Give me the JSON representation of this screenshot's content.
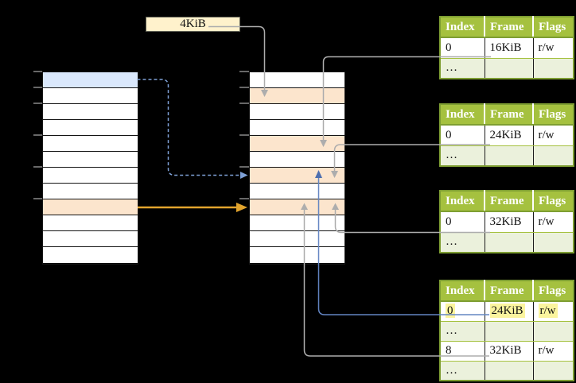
{
  "size_label": "4KiB",
  "colors": {
    "green_header": "#A5C13F",
    "green_border": "#7E9E32",
    "row_green": "#EBF1DC",
    "cell_orange": "#FCE5CD",
    "cell_blue": "#DAE8FC",
    "box_tan": "#FFF2CC",
    "highlight_yellow": "#FBF49E",
    "arrow_gray": "#ADADAD",
    "arrow_orange": "#E2A42D",
    "line_blue": "#6385C2",
    "dash_blue": "#7EA0D6"
  },
  "memory_columns": [
    {
      "id": "left",
      "rows": 12,
      "special_rows": {
        "0": "blue",
        "8": "orange"
      }
    },
    {
      "id": "middle",
      "rows": 12,
      "special_rows": {
        "1": "orange",
        "4": "orange",
        "6": "orange",
        "8": "orange"
      }
    }
  ],
  "page_tables": [
    {
      "headers": [
        "Index",
        "Frame",
        "Flags"
      ],
      "rows": [
        {
          "cells": [
            "0",
            "16KiB",
            "r/w"
          ]
        },
        {
          "cells": [
            "…",
            "",
            ""
          ],
          "muted": true
        }
      ]
    },
    {
      "headers": [
        "Index",
        "Frame",
        "Flags"
      ],
      "rows": [
        {
          "cells": [
            "0",
            "24KiB",
            "r/w"
          ]
        },
        {
          "cells": [
            "…",
            "",
            ""
          ],
          "muted": true
        }
      ]
    },
    {
      "headers": [
        "Index",
        "Frame",
        "Flags"
      ],
      "rows": [
        {
          "cells": [
            "0",
            "32KiB",
            "r/w"
          ]
        },
        {
          "cells": [
            "…",
            "",
            ""
          ],
          "muted": true
        }
      ]
    },
    {
      "headers": [
        "Index",
        "Frame",
        "Flags"
      ],
      "rows": [
        {
          "cells": [
            "0",
            "24KiB",
            "r/w"
          ],
          "highlight": true
        },
        {
          "cells": [
            "…",
            "",
            ""
          ],
          "muted": true
        },
        {
          "cells": [
            "8",
            "32KiB",
            "r/w"
          ]
        },
        {
          "cells": [
            "…",
            "",
            ""
          ],
          "muted": true
        }
      ]
    }
  ]
}
